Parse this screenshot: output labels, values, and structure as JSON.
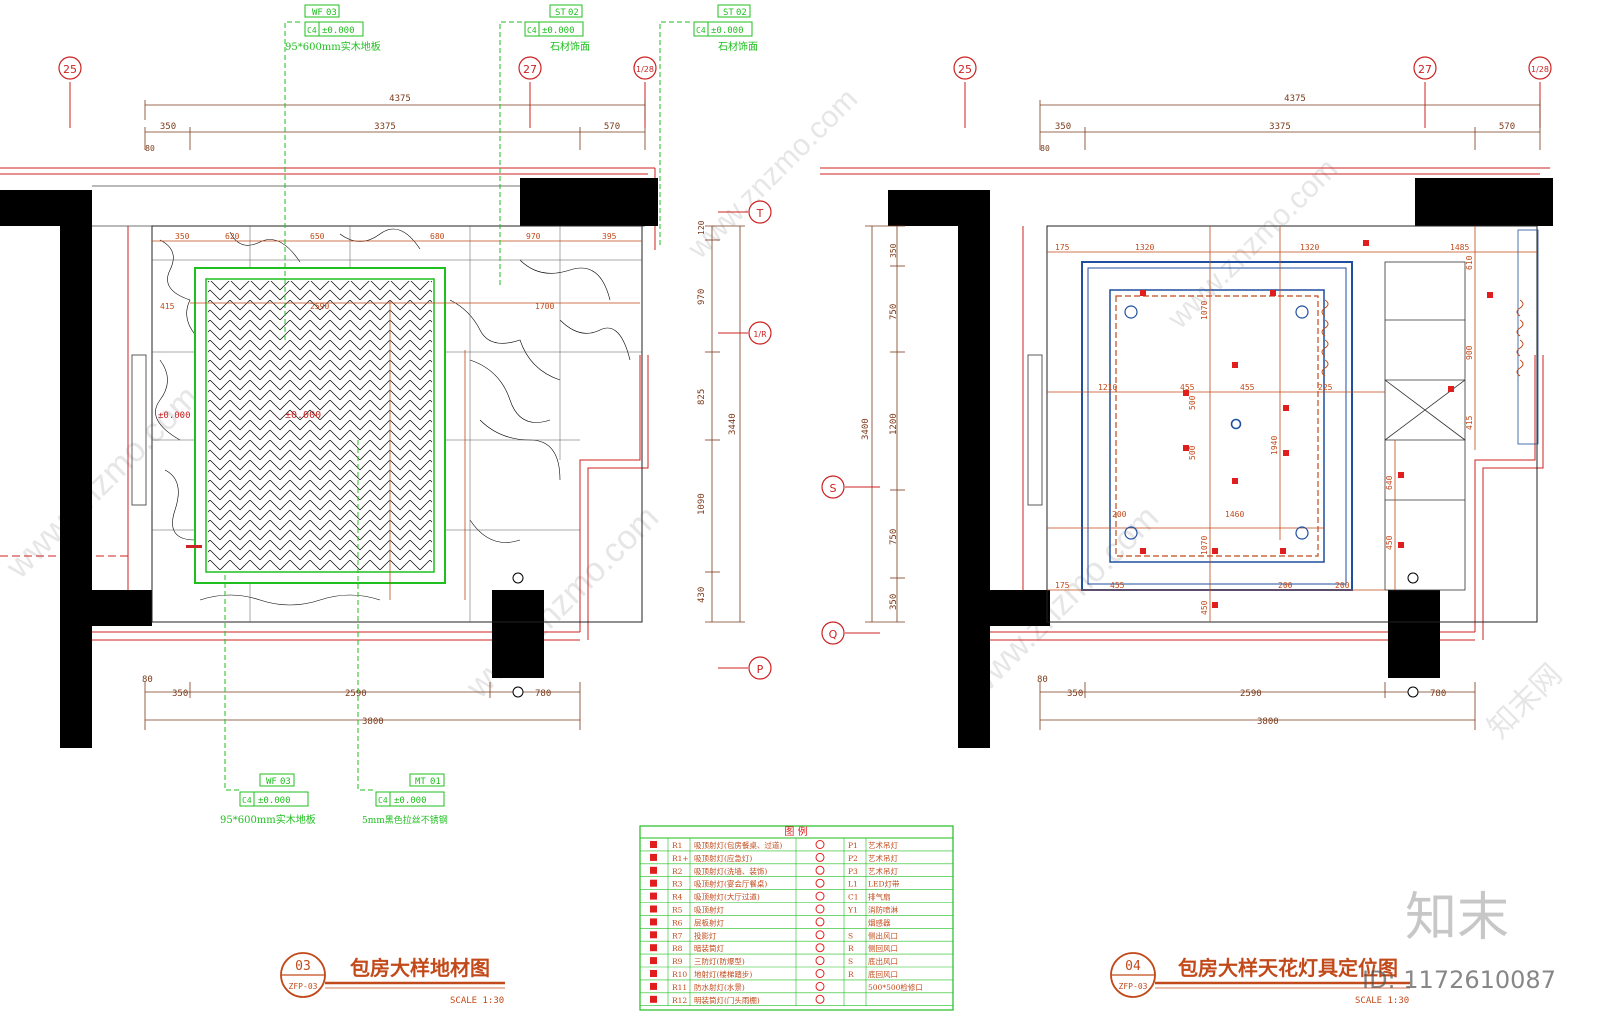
{
  "colors": {
    "wall": "#000000",
    "dimension": "#7a3a1a",
    "grid": "#cc2222",
    "tag": "#1fbf1f",
    "title": "#c24a1a",
    "light": "#e11e1e",
    "ceiling_blue": "#1f4f9f"
  },
  "left_plan": {
    "title": "包房大样地材图",
    "scale": "SCALE 1:30",
    "bubble_num": "03",
    "bubble_ref": "ZFP-03",
    "axes": {
      "a25": "25",
      "a27": "27",
      "a1_28": "1/28",
      "aT": "T",
      "a1_R": "1/R",
      "aP": "P"
    },
    "dims_top": {
      "total": "4375",
      "left": "350",
      "mid": "3375",
      "right": "570",
      "edge": "80"
    },
    "dims_bottom": {
      "edge": "80",
      "left": "350",
      "mid": "2590",
      "right": "780",
      "total": "3800"
    },
    "dims_right": {
      "d1": "120",
      "d2": "970",
      "d3": "825",
      "total": "3440",
      "d4": "1090",
      "d5": "430"
    },
    "inner_dims": {
      "top1": "350",
      "top2": "620",
      "top3": "650",
      "top4": "680",
      "top5": "970",
      "top6": "395",
      "w1": "2590",
      "w2": "1700",
      "side": "415"
    },
    "levels": {
      "main": "±0.000",
      "side": "±0.000"
    },
    "tags": [
      {
        "code": "WF",
        "num": "03",
        "level_code": "C4",
        "level": "±0.000",
        "desc": "95*600mm实木地板"
      },
      {
        "code": "ST",
        "num": "02",
        "level_code": "C4",
        "level": "±0.000",
        "desc": "石材饰面"
      },
      {
        "code": "ST",
        "num": "02",
        "level_code": "C4",
        "level": "±0.000",
        "desc": "石材饰面"
      },
      {
        "code": "WF",
        "num": "03",
        "level_code": "C4",
        "level": "±0.000",
        "desc": "95*600mm实木地板"
      },
      {
        "code": "MT",
        "num": "01",
        "level_code": "C4",
        "level": "±0.000",
        "desc": "5mm黑色拉丝不锈钢"
      }
    ]
  },
  "right_plan": {
    "title": "包房大样天花灯具定位图",
    "scale": "SCALE 1:30",
    "bubble_num": "04",
    "bubble_ref": "ZFP-03",
    "axes": {
      "a25": "25",
      "a27": "27",
      "a1_28": "1/28",
      "aS": "S",
      "aQ": "Q"
    },
    "dims_top": {
      "total": "4375",
      "left": "350",
      "mid": "3375",
      "right": "570",
      "edge": "80"
    },
    "dims_bottom": {
      "edge": "80",
      "left": "350",
      "mid": "2590",
      "right": "780",
      "total": "3800"
    },
    "dims_left": {
      "d1": "350",
      "d2": "750",
      "d3": "1200",
      "total": "3400",
      "d4": "750",
      "d5": "350"
    },
    "inner_dims": {
      "a": "1320",
      "b": "1320",
      "c": "1485",
      "d": "175",
      "e": "610",
      "f": "1070",
      "g": "1210",
      "h": "455",
      "i": "455",
      "j": "500",
      "k": "1940",
      "l": "500",
      "m": "225",
      "n": "900",
      "o": "415",
      "p": "1460",
      "q": "200",
      "r": "1070",
      "s": "640",
      "t": "450",
      "u": "200",
      "v": "175",
      "w": "455",
      "x": "450",
      "y": "200"
    }
  },
  "legend": {
    "title": "图   例",
    "rows": [
      {
        "l_code": "R1",
        "l_desc": "吸顶射灯(包房餐桌、过道)",
        "r_code": "P1",
        "r_desc": "艺术吊灯"
      },
      {
        "l_code": "R1+",
        "l_desc": "吸顶射灯(应急灯)",
        "r_code": "P2",
        "r_desc": "艺术吊灯"
      },
      {
        "l_code": "R2",
        "l_desc": "吸顶射灯(洗墙、装饰)",
        "r_code": "P3",
        "r_desc": "艺术吊灯"
      },
      {
        "l_code": "R3",
        "l_desc": "吸顶射灯(宴会厅餐桌)",
        "r_code": "L1",
        "r_desc": "LED灯带"
      },
      {
        "l_code": "R4",
        "l_desc": "吸顶射灯(大厅过道)",
        "r_code": "C1",
        "r_desc": "排气扇"
      },
      {
        "l_code": "R5",
        "l_desc": "吸顶射灯",
        "r_code": "Y1",
        "r_desc": "消防喷淋"
      },
      {
        "l_code": "R6",
        "l_desc": "层板射灯",
        "r_code": "",
        "r_desc": "烟感器"
      },
      {
        "l_code": "R7",
        "l_desc": "投影灯",
        "r_code": "S",
        "r_desc": "侧出风口"
      },
      {
        "l_code": "R8",
        "l_desc": "暗装筒灯",
        "r_code": "R",
        "r_desc": "侧回风口"
      },
      {
        "l_code": "R9",
        "l_desc": "三防灯(防爆型)",
        "r_code": "S",
        "r_desc": "底出风口"
      },
      {
        "l_code": "R10",
        "l_desc": "地射灯(楼梯踏步)",
        "r_code": "R",
        "r_desc": "底回风口"
      },
      {
        "l_code": "R11",
        "l_desc": "防水射灯(水景)",
        "r_code": "",
        "r_desc": "500*500检修口"
      },
      {
        "l_code": "R12",
        "l_desc": "明装筒灯(门头雨棚)",
        "r_code": "",
        "r_desc": ""
      }
    ]
  },
  "watermark": {
    "brand": "知末",
    "id": "ID: 1172610087",
    "site": "www.znzmo.com",
    "cn": "知末网"
  }
}
